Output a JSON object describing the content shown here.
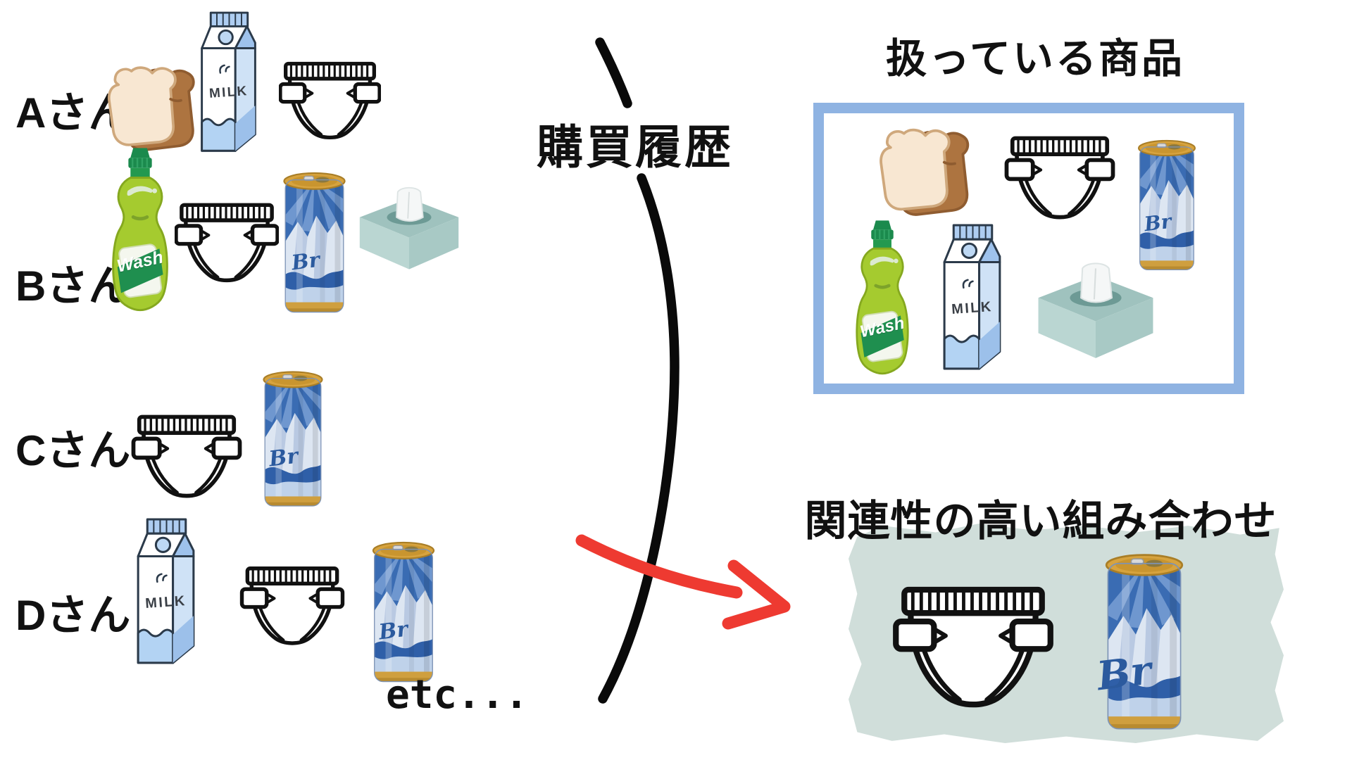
{
  "diagram_title": "購買履歴 (purchase history) market-basket diagram",
  "left_section": {
    "rows": [
      {
        "label": "Aさん",
        "items": [
          "bread",
          "milk",
          "diaper"
        ]
      },
      {
        "label": "Bさん",
        "items": [
          "dish-soap",
          "diaper",
          "beer",
          "tissue-box"
        ]
      },
      {
        "label": "Cさん",
        "items": [
          "diaper",
          "beer"
        ]
      },
      {
        "label": "Dさん",
        "items": [
          "milk",
          "diaper",
          "beer"
        ]
      }
    ],
    "etc_label": "etc...",
    "divider_label": "購買履歴"
  },
  "right_section": {
    "products_title": "扱っている商品",
    "products_box_items": [
      "bread",
      "diaper",
      "beer",
      "dish-soap",
      "milk",
      "tissue-box"
    ],
    "combination_title": "関連性の高い組み合わせ",
    "combination_items": [
      "diaper",
      "beer"
    ]
  },
  "product_labels": {
    "milk_text": "MILK",
    "soap_text": "Wash",
    "beer_text": "Br"
  },
  "colors": {
    "background": "#ffffff",
    "text_black": "#111111",
    "divider_line": "#0a0a0a",
    "arrow_red": "#ee3a31",
    "products_box_border": "#8fb3e2",
    "combination_patch": "#d0deda",
    "milk_blue": "#aecdf1",
    "soap_green": "#a5cb2f",
    "soap_cap_green": "#1b8a4d",
    "beer_dark_blue": "#3a6cb3",
    "beer_gold": "#d7a33e",
    "bread_cream": "#f8e7d2",
    "bread_crust": "#ad7440",
    "tissue_teal": "#9fc2be"
  }
}
